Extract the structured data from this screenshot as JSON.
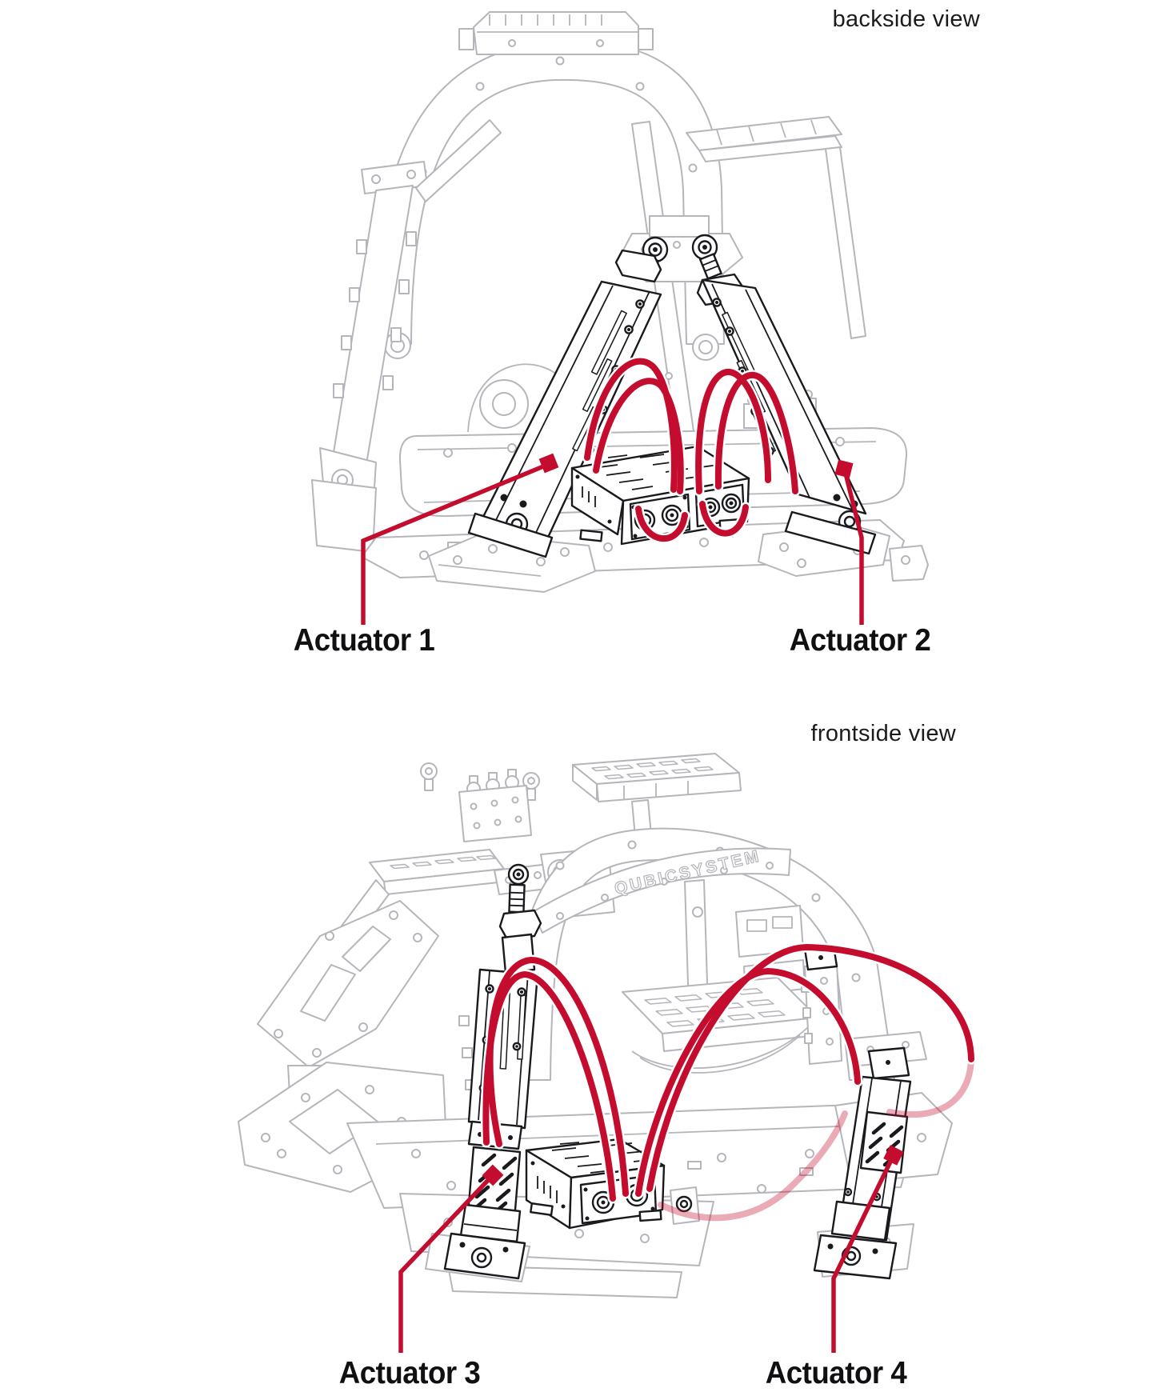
{
  "colors": {
    "accent_red": "#c40d2e",
    "drawing_gray": "#b5b5bb",
    "drawing_dark": "#191a1d",
    "text": "#1b1b1b"
  },
  "backside": {
    "caption": "backside view",
    "labels": {
      "actuator1": "Actuator 1",
      "actuator2": "Actuator 2"
    }
  },
  "frontside": {
    "caption": "frontside view",
    "labels": {
      "actuator3": "Actuator 3",
      "actuator4": "Actuator 4"
    },
    "branding": "QUBICSYSTEM"
  }
}
